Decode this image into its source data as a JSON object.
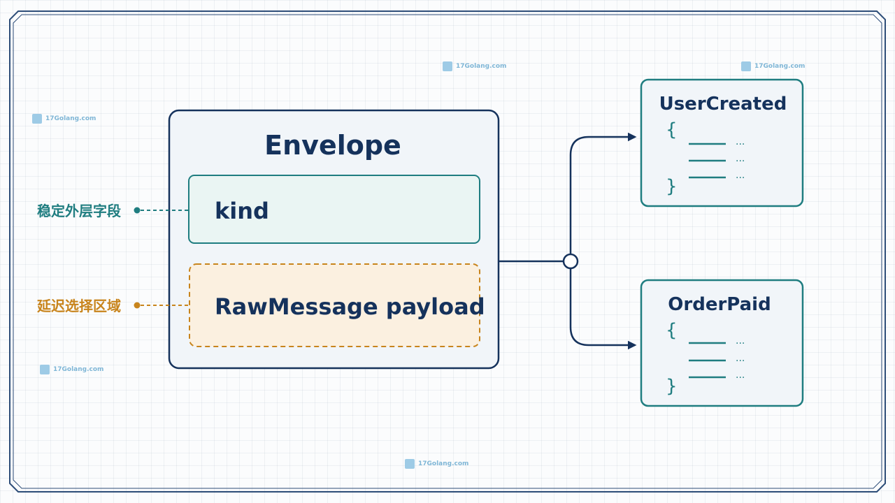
{
  "colors": {
    "navy": "#15325c",
    "teal": "#1f7d80",
    "teal_fill": "#eaf5f3",
    "orange": "#c8841c",
    "orange_fill": "#fbf0e0",
    "envelope_fill": "#f1f5f9",
    "watermark": "#7fb6d6"
  },
  "envelope": {
    "title": "Envelope",
    "kind_label": "kind",
    "payload_label": "RawMessage payload"
  },
  "annotations": {
    "stable": "稳定外层字段",
    "deferred": "延迟选择区域"
  },
  "targets": [
    {
      "title": "UserCreated",
      "open_brace": "{",
      "close_brace": "}",
      "ellipsis": "···"
    },
    {
      "title": "OrderPaid",
      "open_brace": "{",
      "close_brace": "}",
      "ellipsis": "···"
    }
  ],
  "watermark": {
    "text": "17Golang.com"
  }
}
